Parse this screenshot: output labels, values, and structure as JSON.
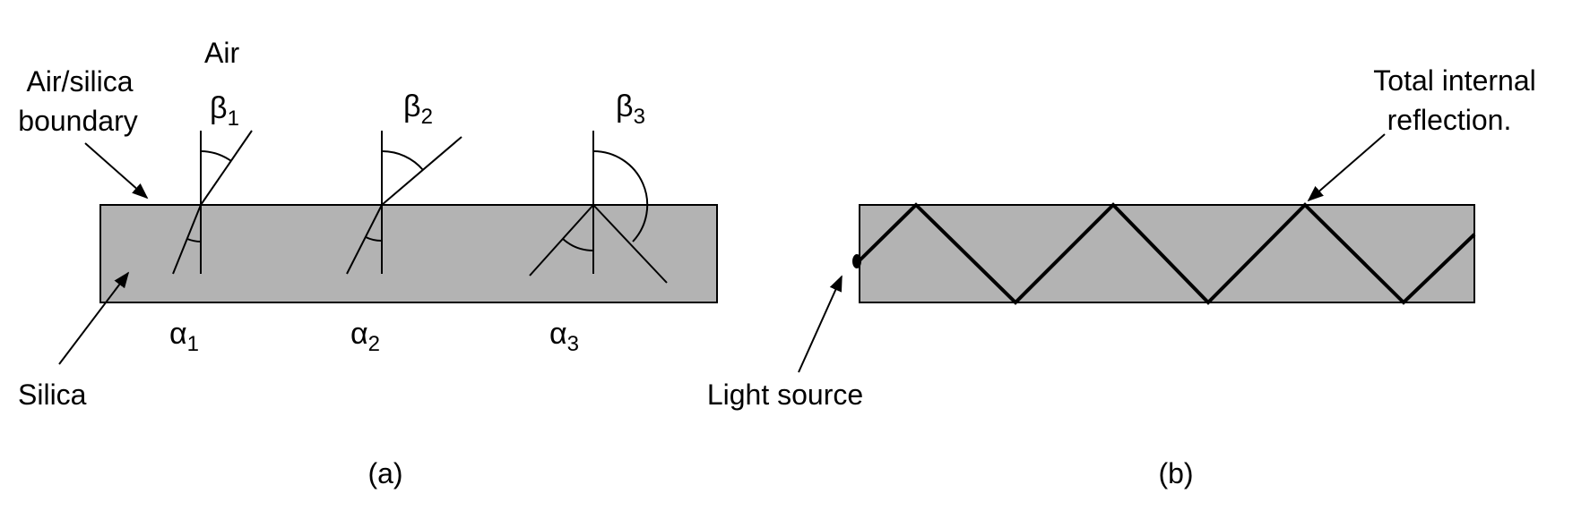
{
  "colors": {
    "silica": "#b3b3b3",
    "stroke": "#000000",
    "background": "#ffffff"
  },
  "panel_a": {
    "air_label": "Air",
    "boundary_label_line1": "Air/silica",
    "boundary_label_line2": "boundary",
    "silica_label": "Silica",
    "caption": "(a)",
    "rays": [
      {
        "beta_symbol": "β",
        "beta_sub": "1",
        "alpha_symbol": "α",
        "alpha_sub": "1"
      },
      {
        "beta_symbol": "β",
        "beta_sub": "2",
        "alpha_symbol": "α",
        "alpha_sub": "2"
      },
      {
        "beta_symbol": "β",
        "beta_sub": "3",
        "alpha_symbol": "α",
        "alpha_sub": "3"
      }
    ]
  },
  "panel_b": {
    "tir_label_line1": "Total internal",
    "tir_label_line2": "reflection.",
    "light_source_label": "Light source",
    "caption": "(b)"
  }
}
